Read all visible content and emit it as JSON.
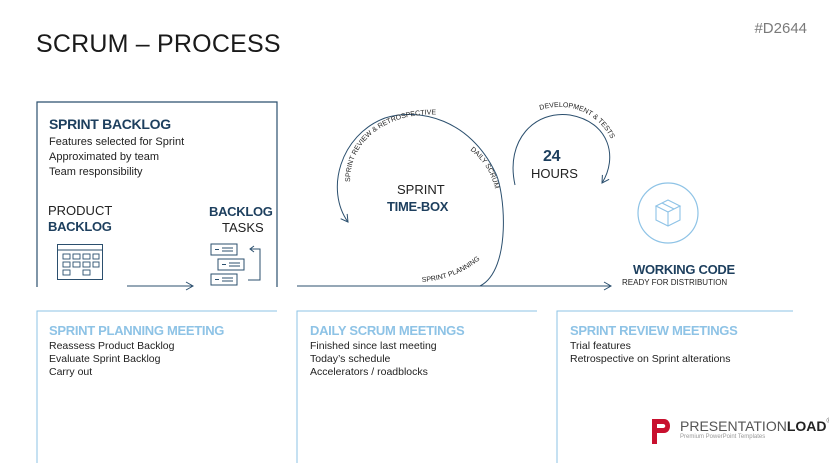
{
  "title": "SCRUM – PROCESS",
  "code": "#D2644",
  "sprint_backlog": {
    "title": "SPRINT BACKLOG",
    "lines": [
      "Features selected for Sprint",
      "Approximated by team",
      "Team responsibility"
    ]
  },
  "product_backlog": {
    "top": "PRODUCT",
    "bottom": "BACKLOG"
  },
  "backlog_tasks": {
    "top": "BACKLOG",
    "bottom": "TASKS"
  },
  "sprint_timebox": {
    "top": "SPRINT",
    "bottom": "TIME-BOX"
  },
  "hours": {
    "number": "24",
    "label": "HOURS"
  },
  "arc_labels": {
    "review": "SPRINT REVIEW & RETROSPECTIVE",
    "daily": "DAILY SCRUM",
    "planning": "SPRINT PLANNING",
    "development": "DEVELOPMENT & TESTS"
  },
  "working_code": {
    "title": "WORKING CODE",
    "sub": "READY FOR DISTRIBUTION"
  },
  "meetings": [
    {
      "title": "SPRINT PLANNING MEETING",
      "lines": [
        "Reassess Product Backlog",
        "Evaluate Sprint Backlog",
        "Carry out"
      ]
    },
    {
      "title": "DAILY SCRUM MEETINGS",
      "lines": [
        "Finished since last meeting",
        "Today’s schedule",
        "Accelerators / roadblocks"
      ]
    },
    {
      "title": "SPRINT REVIEW MEETINGS",
      "lines": [
        "Trial features",
        "Retrospective on Sprint alterations"
      ]
    }
  ],
  "logo": {
    "brand_light": "PRESENTATION",
    "brand_bold": "LOAD",
    "reg": "®",
    "tagline": "Premium PowerPoint Templates"
  },
  "colors": {
    "dark_blue": "#1d3f5e",
    "light_blue": "#8ec3e6",
    "accent_red": "#c8102e",
    "line": "#2b4f6e"
  }
}
